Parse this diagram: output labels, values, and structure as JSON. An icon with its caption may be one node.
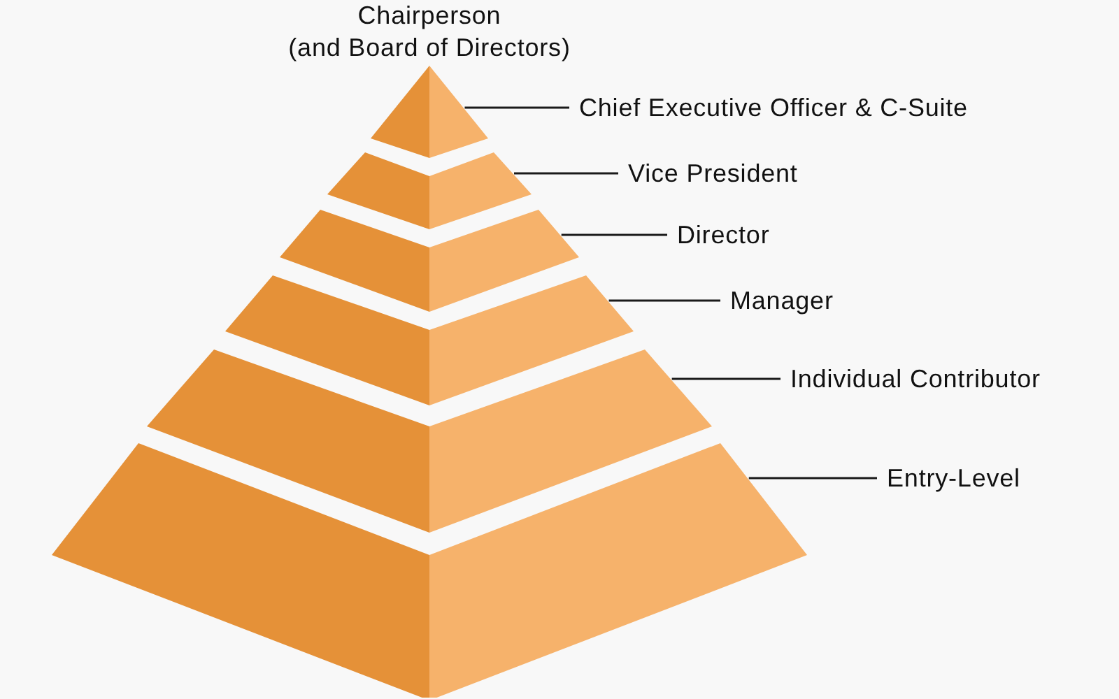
{
  "diagram": {
    "nodes": [
      {
        "text": [],
        "shape": "triangle"
      },
      {
        "text": [],
        "shape": "band"
      },
      {
        "text": [],
        "shape": "band"
      },
      {
        "text": [],
        "shape": "band"
      },
      {
        "text": [],
        "shape": "band"
      },
      {
        "text": [],
        "shape": "band"
      },
      {
        "text": [
          "Chief Executive Officer & C-Suite"
        ]
      },
      {
        "text": [
          "Vice President"
        ]
      },
      {
        "text": [
          "Director"
        ]
      },
      {
        "text": [
          "Manager"
        ]
      },
      {
        "text": [
          "Individual Contributor"
        ]
      },
      {
        "text": [
          "Entry-Level"
        ]
      }
    ],
    "edges": [
      {
        "from": 6,
        "to": 0,
        "arrow": "none"
      },
      {
        "from": 7,
        "to": 1,
        "arrow": "none"
      },
      {
        "from": 8,
        "to": 2,
        "arrow": "none"
      },
      {
        "from": 9,
        "to": 3,
        "arrow": "none"
      },
      {
        "from": 10,
        "to": 4,
        "arrow": "none"
      },
      {
        "from": 11,
        "to": 5,
        "arrow": "none"
      }
    ],
    "labels": [
      "Chairperson (and Board of Directors)"
    ]
  }
}
